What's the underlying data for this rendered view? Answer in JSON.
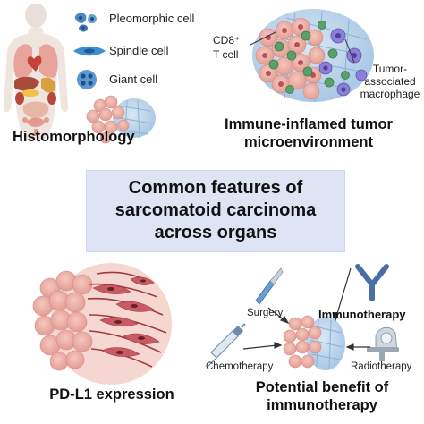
{
  "center": {
    "line1": "Common features of",
    "line2": "sarcomatoid carcinoma",
    "line3": "across organs"
  },
  "histomorphology": {
    "title": "Histomorphology",
    "legend": [
      {
        "label": "Pleomorphic cell",
        "icon": "pleomorphic-cell-icon"
      },
      {
        "label": "Spindle cell",
        "icon": "spindle-cell-icon"
      },
      {
        "label": "Giant cell",
        "icon": "giant-cell-icon"
      }
    ]
  },
  "immune": {
    "title_line1": "Immune-inflamed tumor",
    "title_line2": "microenvironment",
    "cd8_line1": "CD8⁺",
    "cd8_line2": "T cell",
    "tam_line1": "Tumor-",
    "tam_line2": "associated",
    "tam_line3": "macrophage"
  },
  "pdl1": {
    "title": "PD-L1 expression"
  },
  "therapy": {
    "title_line1": "Potential benefit of",
    "title_line2": "immunotherapy",
    "surgery": "Surgery",
    "immunotherapy": "Immunotherapy",
    "chemotherapy": "Chemotherapy",
    "radiotherapy": "Radiotherapy"
  },
  "colors": {
    "center_box": "#dfe4f4",
    "tumor_cell": "#e8a9a0",
    "immune_cell": "#5aa06a",
    "macrophage": "#8b7fd6",
    "spindle_cell": "#3d8fd0",
    "antibody": "#4a6fa8"
  }
}
